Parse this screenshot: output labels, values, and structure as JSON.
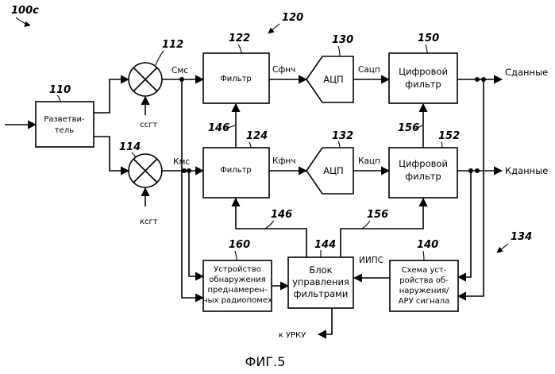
{
  "figure": {
    "ref": "100c",
    "caption": "ФИГ.5",
    "group_ref_120": "120",
    "group_ref_134": "134"
  },
  "blocks": {
    "splitter": {
      "ref": "110",
      "line1": "Разветви-",
      "line2": "тель"
    },
    "mixer_top": {
      "ref": "112"
    },
    "mixer_bottom": {
      "ref": "114"
    },
    "filter_top": {
      "ref": "122",
      "label": "Фильтр"
    },
    "filter_bottom": {
      "ref": "124",
      "label": "Фильтр"
    },
    "adc_top": {
      "ref": "130",
      "label": "АЦП"
    },
    "adc_bottom": {
      "ref": "132",
      "label": "АЦП"
    },
    "digital_filter_top": {
      "ref": "150",
      "line1": "Цифровой",
      "line2": "фильтр"
    },
    "digital_filter_bottom": {
      "ref": "152",
      "line1": "Цифровой",
      "line2": "фильтр"
    },
    "jammer_detector": {
      "ref": "160",
      "lines": [
        "Устройство",
        "обнаружения",
        "преднамерен-",
        "ных радиопомех"
      ]
    },
    "filter_control": {
      "ref": "144",
      "lines": [
        "Блок",
        "управления",
        "фильтрами"
      ]
    },
    "agc_detector": {
      "ref": "140",
      "lines": [
        "Схема уст-",
        "ройства об-",
        "наружения/",
        "АРУ сигнала"
      ]
    }
  },
  "signals": {
    "cosine_lo": "ссгт",
    "sine_lo": "ксгт",
    "i_mixed": "Смс",
    "q_mixed": "Кмс",
    "i_lpf": "Сфнч",
    "q_lpf": "Кфнч",
    "i_adc": "Сацп",
    "q_adc": "Кацп",
    "i_data": "Сданные",
    "q_data": "Кданные",
    "power_signal": "ИИПС",
    "to_rfagc": "к УРКУ"
  },
  "control_refs": {
    "ctrl_146_a": "146",
    "ctrl_146_b": "146",
    "ctrl_156_a": "156",
    "ctrl_156_b": "156"
  }
}
